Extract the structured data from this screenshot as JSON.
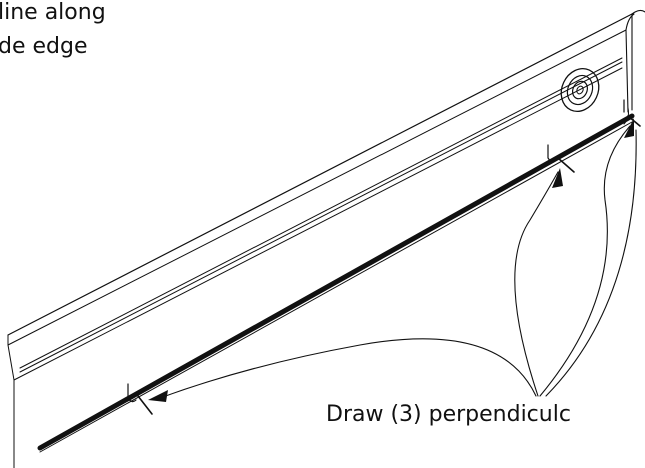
{
  "labels": {
    "top_line_1": "line along",
    "top_line_2": "de edge",
    "bottom_callout": "Draw (3) perpendiculc"
  },
  "colors": {
    "ink": "#111111",
    "background": "#ffffff"
  },
  "callout_count": 3
}
